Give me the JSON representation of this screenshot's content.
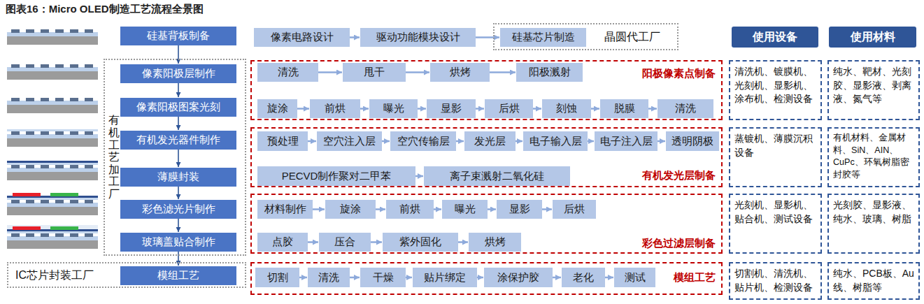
{
  "diagram": {
    "title": "图表16：Micro OLED制造工艺流程全景图",
    "nodes": [
      {
        "text": [
          "硅基背板制备"
        ]
      },
      {
        "text": [
          "像素电路设计"
        ]
      },
      {
        "text": [
          "驱动功能模块设计"
        ]
      },
      {
        "text": [
          "晶圆代工厂"
        ]
      },
      {
        "text": [
          "硅基芯片制造"
        ],
        "in": 3
      },
      {
        "text": [
          "使用设备"
        ]
      },
      {
        "text": [
          "使用材料"
        ]
      },
      {
        "text": [
          "有机工艺加工厂"
        ]
      },
      {
        "text": [
          "像素阳极层制作"
        ],
        "in": 7
      },
      {
        "text": [
          "像素阳极图案光刻"
        ],
        "in": 7
      },
      {
        "text": [
          "有机发光器件制作"
        ],
        "in": 7
      },
      {
        "text": [
          "薄膜封装"
        ],
        "in": 7
      },
      {
        "text": [
          "彩色滤光片制作"
        ],
        "in": 7
      },
      {
        "text": [
          "玻璃盖贴合制作"
        ],
        "in": 7
      },
      {
        "text": [
          "阳极像素点制备"
        ]
      },
      {
        "text": [
          "清洗"
        ],
        "in": 14
      },
      {
        "text": [
          "甩干"
        ],
        "in": 14
      },
      {
        "text": [
          "烘烤"
        ],
        "in": 14
      },
      {
        "text": [
          "阳极溅射"
        ],
        "in": 14
      },
      {
        "text": [
          "旋涂"
        ],
        "in": 14
      },
      {
        "text": [
          "前烘"
        ],
        "in": 14
      },
      {
        "text": [
          "曝光"
        ],
        "in": 14
      },
      {
        "text": [
          "显影"
        ],
        "in": 14
      },
      {
        "text": [
          "后烘"
        ],
        "in": 14
      },
      {
        "text": [
          "刻蚀"
        ],
        "in": 14
      },
      {
        "text": [
          "脱膜"
        ],
        "in": 14
      },
      {
        "text": [
          "清洗"
        ],
        "in": 14
      },
      {
        "text": [
          "清洗机、镀膜机、光刻机、显影机、涂布机、检测设备"
        ]
      },
      {
        "text": [
          "纯水、靶材、光刻胶、显影液、剥离液、氮气等"
        ]
      },
      {
        "text": [
          "有机发光层制备"
        ]
      },
      {
        "text": [
          "预处理"
        ],
        "in": 29
      },
      {
        "text": [
          "空穴注入层"
        ],
        "in": 29
      },
      {
        "text": [
          "空穴传输层"
        ],
        "in": 29
      },
      {
        "text": [
          "发光层"
        ],
        "in": 29
      },
      {
        "text": [
          "电子输入层"
        ],
        "in": 29
      },
      {
        "text": [
          "电子注入层"
        ],
        "in": 29
      },
      {
        "text": [
          "透明阴极"
        ],
        "in": 29
      },
      {
        "text": [
          "PECVD制作聚对二甲苯"
        ],
        "in": 29
      },
      {
        "text": [
          "离子束溅射二氧化硅"
        ],
        "in": 29
      },
      {
        "text": [
          "蒸镀机、薄膜沉积设备"
        ]
      },
      {
        "text": [
          "有机材料、金属材料、SiN、AIN、CuPc、环氧树脂密封胶等"
        ]
      },
      {
        "text": [
          "彩色过滤层制备"
        ]
      },
      {
        "text": [
          "材料制作"
        ],
        "in": 41
      },
      {
        "text": [
          "旋涂"
        ],
        "in": 41
      },
      {
        "text": [
          "前烘"
        ],
        "in": 41
      },
      {
        "text": [
          "曝光"
        ],
        "in": 41
      },
      {
        "text": [
          "显影"
        ],
        "in": 41
      },
      {
        "text": [
          "后烘"
        ],
        "in": 41
      },
      {
        "text": [
          "点胶"
        ],
        "in": 41
      },
      {
        "text": [
          "压合"
        ],
        "in": 41
      },
      {
        "text": [
          "紫外固化"
        ],
        "in": 41
      },
      {
        "text": [
          "烘烤"
        ],
        "in": 41
      },
      {
        "text": [
          "光刻机、显影机、贴合机、测试设备"
        ]
      },
      {
        "text": [
          "光刻胶、显影液、纯水、玻璃、树脂"
        ]
      },
      {
        "text": [
          "IC芯片封装工厂"
        ]
      },
      {
        "text": [
          "模组工艺"
        ],
        "in": 54
      },
      {
        "text": [
          "模组工艺"
        ]
      },
      {
        "text": [
          "切割"
        ],
        "in": 56
      },
      {
        "text": [
          "清洗"
        ],
        "in": 56
      },
      {
        "text": [
          "干燥"
        ],
        "in": 56
      },
      {
        "text": [
          "贴片绑定"
        ],
        "in": 56
      },
      {
        "text": [
          "涂保护胶"
        ],
        "in": 56
      },
      {
        "text": [
          "老化"
        ],
        "in": 56
      },
      {
        "text": [
          "测试"
        ],
        "in": 56
      },
      {
        "text": [
          "切割机、清洗机、贴片机、检测设备"
        ]
      },
      {
        "text": [
          "纯水、PCB板、Au线、树脂等"
        ]
      }
    ],
    "edges": [
      {
        "from": 0,
        "to": 8,
        "arrow": "to"
      },
      {
        "from": 8,
        "to": 9,
        "arrow": "to"
      },
      {
        "from": 9,
        "to": 10,
        "arrow": "to"
      },
      {
        "from": 10,
        "to": 11,
        "arrow": "to"
      },
      {
        "from": 11,
        "to": 12,
        "arrow": "to"
      },
      {
        "from": 12,
        "to": 13,
        "arrow": "to"
      },
      {
        "from": 13,
        "to": 55,
        "arrow": "to"
      },
      {
        "from": 1,
        "to": 2,
        "arrow": "to"
      },
      {
        "from": 2,
        "to": 4,
        "arrow": "to"
      },
      {
        "from": 15,
        "to": 16,
        "arrow": "to"
      },
      {
        "from": 16,
        "to": 17,
        "arrow": "to"
      },
      {
        "from": 17,
        "to": 18,
        "arrow": "to"
      },
      {
        "from": 19,
        "to": 20,
        "arrow": "to"
      },
      {
        "from": 20,
        "to": 21,
        "arrow": "to"
      },
      {
        "from": 21,
        "to": 22,
        "arrow": "to"
      },
      {
        "from": 22,
        "to": 23,
        "arrow": "to"
      },
      {
        "from": 23,
        "to": 24,
        "arrow": "to"
      },
      {
        "from": 24,
        "to": 25,
        "arrow": "to"
      },
      {
        "from": 25,
        "to": 26,
        "arrow": "to"
      },
      {
        "from": 30,
        "to": 31,
        "arrow": "to"
      },
      {
        "from": 31,
        "to": 32,
        "arrow": "to"
      },
      {
        "from": 32,
        "to": 33,
        "arrow": "to"
      },
      {
        "from": 33,
        "to": 34,
        "arrow": "to"
      },
      {
        "from": 34,
        "to": 35,
        "arrow": "to"
      },
      {
        "from": 35,
        "to": 36,
        "arrow": "to"
      },
      {
        "from": 37,
        "to": 38,
        "arrow": "to"
      },
      {
        "from": 42,
        "to": 43,
        "arrow": "to"
      },
      {
        "from": 43,
        "to": 44,
        "arrow": "to"
      },
      {
        "from": 44,
        "to": 45,
        "arrow": "to"
      },
      {
        "from": 45,
        "to": 46,
        "arrow": "to"
      },
      {
        "from": 46,
        "to": 47,
        "arrow": "to"
      },
      {
        "from": 48,
        "to": 49,
        "arrow": "to"
      },
      {
        "from": 49,
        "to": 50,
        "arrow": "to"
      },
      {
        "from": 50,
        "to": 51,
        "arrow": "to"
      },
      {
        "from": 57,
        "to": 58,
        "arrow": "to"
      },
      {
        "from": 58,
        "to": 59,
        "arrow": "to"
      },
      {
        "from": 59,
        "to": 60,
        "arrow": "to"
      },
      {
        "from": 60,
        "to": 61,
        "arrow": "to"
      },
      {
        "from": 61,
        "to": 62,
        "arrow": "to"
      },
      {
        "from": 62,
        "to": 63,
        "arrow": "to"
      }
    ]
  }
}
